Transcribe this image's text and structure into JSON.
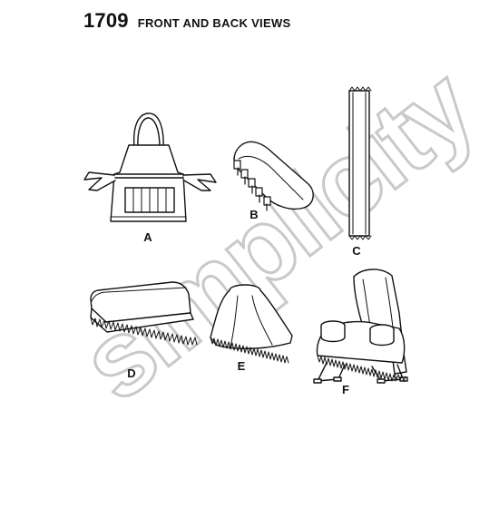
{
  "header": {
    "pattern_number": "1709",
    "title": "FRONT AND BACK VIEWS"
  },
  "views": [
    {
      "label": "A",
      "item": "apron"
    },
    {
      "label": "B",
      "item": "seat-cushion"
    },
    {
      "label": "C",
      "item": "scarf-runner"
    },
    {
      "label": "D",
      "item": "bench-cover"
    },
    {
      "label": "E",
      "item": "round-table-cover"
    },
    {
      "label": "F",
      "item": "chair-throw"
    }
  ],
  "watermark": {
    "text": "simplicity",
    "color": "#cccccc"
  },
  "colors": {
    "line": "#111111",
    "background": "#ffffff"
  }
}
